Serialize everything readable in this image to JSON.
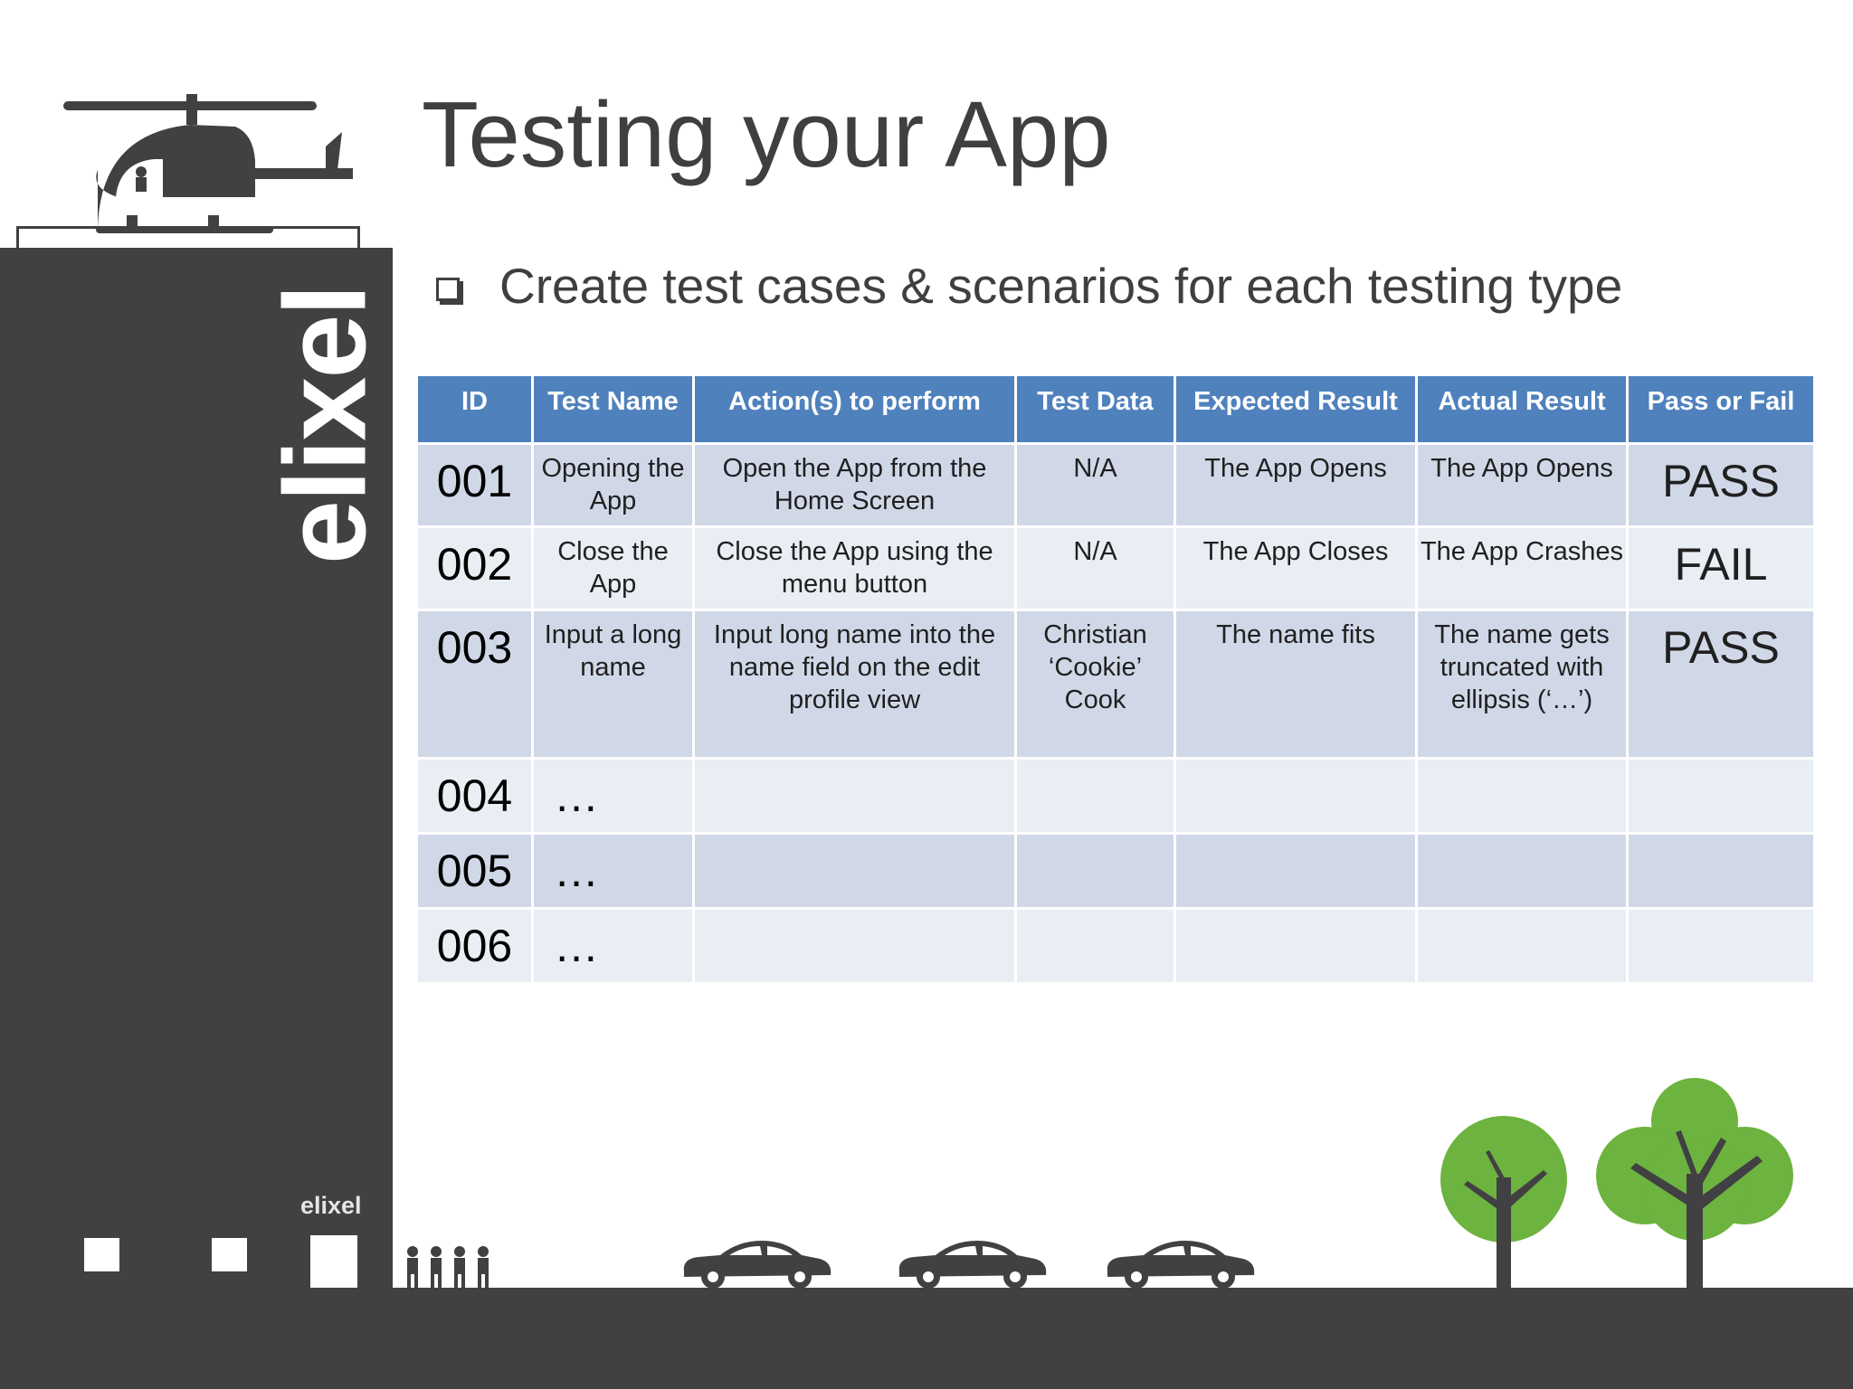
{
  "slide": {
    "title": "Testing your App",
    "bullet": "Create test cases & scenarios for each testing type"
  },
  "table": {
    "headers": [
      "ID",
      "Test Name",
      "Action(s) to perform",
      "Test Data",
      "Expected Result",
      "Actual Result",
      "Pass or Fail"
    ],
    "rows": [
      {
        "id": "001",
        "name": "Opening the App",
        "action": "Open the App from the Home Screen",
        "data": "N/A",
        "expected": "The App Opens",
        "actual": "The App Opens",
        "result": "PASS"
      },
      {
        "id": "002",
        "name": "Close the App",
        "action": "Close the App using the menu button",
        "data": "N/A",
        "expected": "The App Closes",
        "actual": "The App Crashes",
        "result": "FAIL"
      },
      {
        "id": "003",
        "name": "Input a long name",
        "action": "Input long name into the name field on the edit profile view",
        "data": "Christian ‘Cookie’ Cook",
        "expected": "The name fits",
        "actual": "The name gets truncated with ellipsis (‘…’)",
        "result": "PASS"
      },
      {
        "id": "004",
        "name": "…"
      },
      {
        "id": "005",
        "name": "…"
      },
      {
        "id": "006",
        "name": "…"
      }
    ]
  },
  "brand": {
    "vertical": "elixel",
    "small": "elixel"
  },
  "colors": {
    "header_bg": "#4f81bd",
    "row_odd": "#d0d8e8",
    "row_even": "#e9edf4",
    "pass": "#14b04a",
    "fail": "#c0414b",
    "building": "#414042",
    "tree": "#6db33f"
  },
  "icons": [
    "helicopter-icon",
    "people-icon",
    "car-icon",
    "tree-icon"
  ]
}
